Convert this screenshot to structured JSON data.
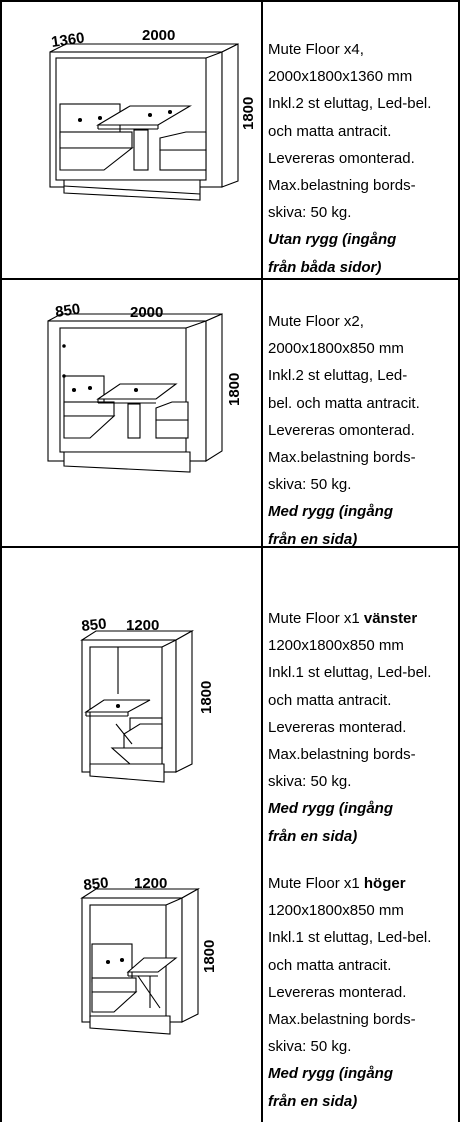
{
  "rows": [
    {
      "dims": {
        "depth": "1360",
        "width": "2000",
        "height": "1800"
      },
      "lines": [
        "Mute Floor x4,",
        "2000x1800x1360 mm",
        "Inkl.2 st eluttag, Led-bel.",
        "och matta antracit.",
        "Levereras omonterad.",
        "Max.belastning bords-",
        "skiva: 50 kg."
      ],
      "note": [
        "Utan rygg (ingång",
        "från båda sidor)"
      ]
    },
    {
      "dims": {
        "depth": "850",
        "width": "2000",
        "height": "1800"
      },
      "lines": [
        "Mute Floor x2,",
        "2000x1800x850 mm",
        "Inkl.2 st eluttag, Led-",
        "bel. och matta antracit.",
        "Levereras omonterad."
      ],
      "bold_lines": [
        "Max.belastning bords-",
        "skiva: 50 kg."
      ],
      "note": [
        "Med rygg (ingång",
        "från en sida)"
      ]
    },
    {
      "dims": {
        "depth": "850",
        "width": "1200",
        "height": "1800"
      },
      "title_prefix": "Mute Floor x1 ",
      "title_bold": "vänster",
      "lines": [
        "1200x1800x850 mm",
        "Inkl.1 st eluttag, Led-bel.",
        "och matta antracit.",
        "Levereras monterad.",
        "Max.belastning bords-",
        "skiva: 50 kg."
      ],
      "note": [
        "Med rygg (ingång",
        "från en sida)"
      ]
    },
    {
      "dims": {
        "depth": "850",
        "width": "1200",
        "height": "1800"
      },
      "title_prefix": "Mute Floor x1 ",
      "title_bold": "höger",
      "lines": [
        "1200x1800x850 mm",
        "Inkl.1 st eluttag, Led-bel.",
        "och matta antracit.",
        "Levereras monterad.",
        "Max.belastning bords-",
        "skiva: 50 kg."
      ],
      "note": [
        "Med rygg (ingång",
        "från en sida)"
      ]
    }
  ]
}
